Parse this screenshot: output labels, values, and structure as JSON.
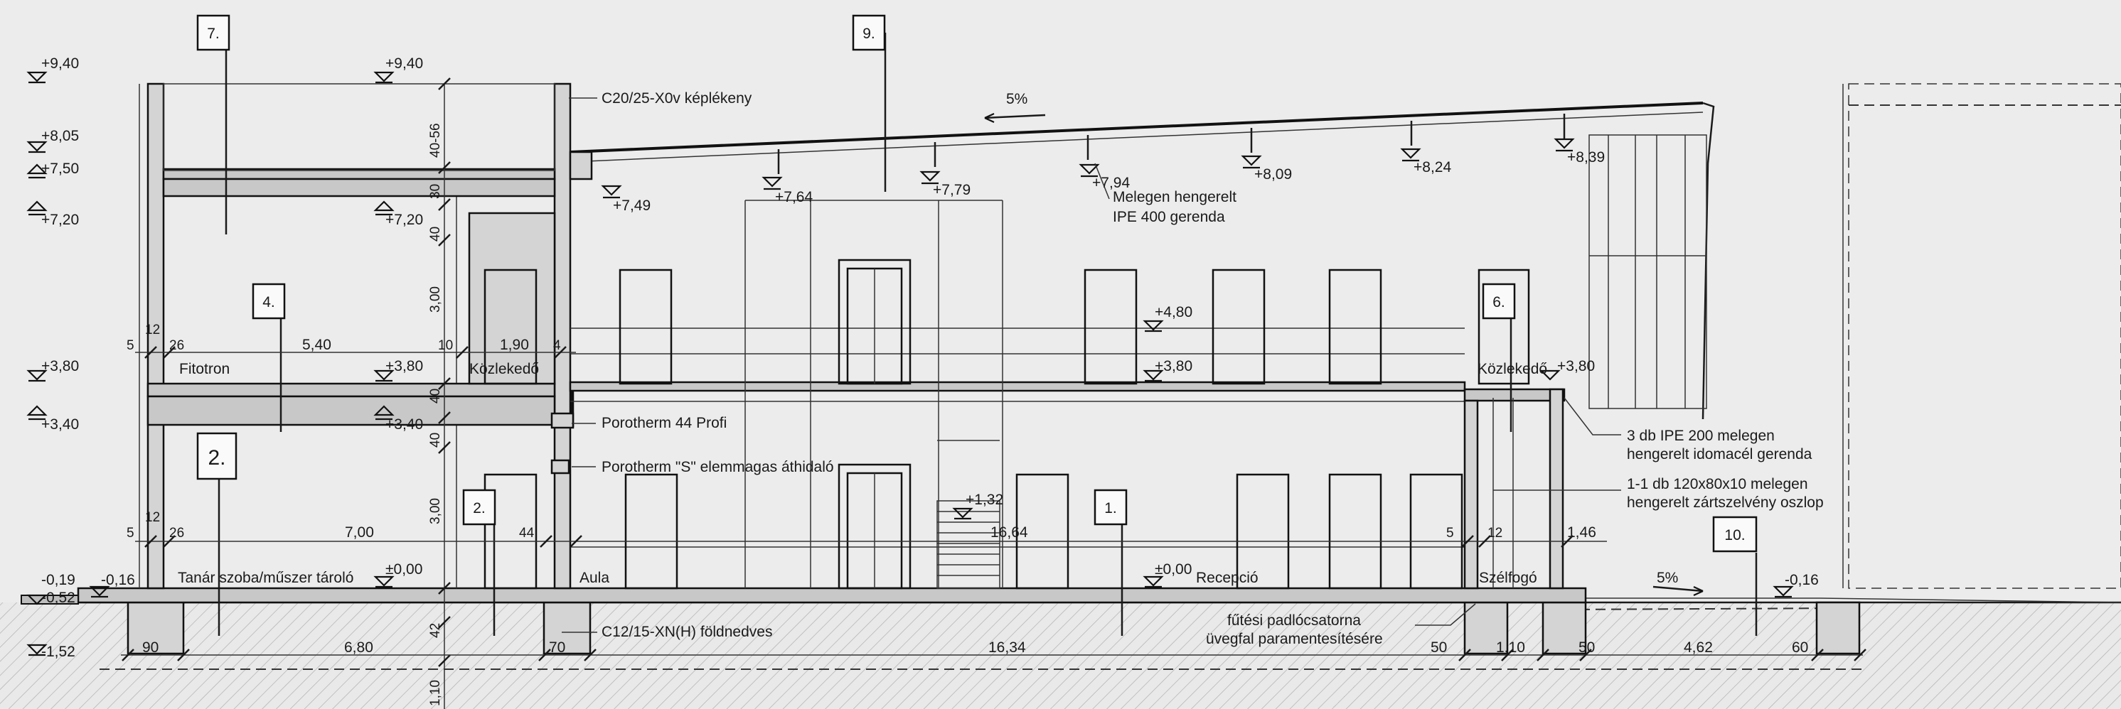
{
  "section_markers": {
    "m7": "7.",
    "m9": "9.",
    "m4": "4.",
    "m6": "6.",
    "m2_big": "2.",
    "m2": "2.",
    "m1": "1.",
    "m10": "10."
  },
  "slope_labels": {
    "roof": "5%",
    "ground": "5%"
  },
  "levels": {
    "l_940_left": "+9,40",
    "l_940_mid": "+9,40",
    "l_805": "+8,05",
    "l_750": "+7,50",
    "l_720_left": "+7,20",
    "l_720_mid": "+7,20",
    "l_749": "+7,49",
    "l_764": "+7,64",
    "l_779": "+7,79",
    "l_794": "+7,94",
    "l_809": "+8,09",
    "l_824": "+8,24",
    "l_839": "+8,39",
    "l_480": "+4,80",
    "l_380_left": "+3,80",
    "l_380_mid": "+3,80",
    "l_380_center": "+3,80",
    "l_380_right": "+3,80",
    "l_340_left": "+3,40",
    "l_340_mid": "+3,40",
    "l_132": "+1,32",
    "l_000_left": "±0,00",
    "l_000_center": "±0,00",
    "l_m019": "-0,19",
    "l_m016_left": "-0,16",
    "l_m052": "-0,52",
    "l_m152": "-1,52",
    "l_m016_right": "-0,16"
  },
  "annotations": {
    "c2025": "C20/25-X0v képlékeny",
    "beam1": "Melegen hengerelt",
    "beam2": "IPE 400 gerenda",
    "poro44": "Porotherm 44 Profi",
    "poro_s": "Porotherm \"S\" elemmagas áthidaló",
    "ipe200_1": "3 db IPE 200 melegen",
    "ipe200_2": "hengerelt idomacél gerenda",
    "col1": "1-1 db 120x80x10 melegen",
    "col2": "hengerelt zártszelvény oszlop",
    "c1215": "C12/15-XN(H) földnedves",
    "futesi1": "fűtési padlócsatorna",
    "futesi2": "üvegfal paramentesítésére"
  },
  "rooms": {
    "fitotron": "Fitotron",
    "kozlekedo_left": "Közlekedő",
    "kozlekedo_right": "Közlekedő",
    "tanar": "Tanár szoba/műszer tároló",
    "aula": "Aula",
    "recepcio": "Recepció",
    "szelfogo": "Szélfogó"
  },
  "dims": {
    "d_40_56": "40-56",
    "d_30": "30",
    "d_40_a": "40",
    "d_300_a": "3,00",
    "d_40_b": "40",
    "d_40_c": "40",
    "d_300_b": "3,00",
    "d_42": "42",
    "d_110": "1,10",
    "d_5_a": "5",
    "d_12_a": "12",
    "d_26_a": "26",
    "d_540": "5,40",
    "d_10": "10",
    "d_190": "1,90",
    "d_4": "4",
    "d_5_b": "5",
    "d_12_b": "12",
    "d_26_b": "26",
    "d_700": "7,00",
    "d_44": "44",
    "d_1664": "16,64",
    "d_5_c": "5",
    "d_12_c": "12",
    "d_146": "1,46",
    "d_90": "90",
    "d_680": "6,80",
    "d_70": "70",
    "d_1634": "16,34",
    "d_50_a": "50",
    "d_1105": "1,10",
    "d_50_b": "50",
    "d_462": "4,62",
    "d_60": "60",
    "sup5": "5"
  },
  "colors": {
    "paper": "#ececec",
    "ink": "#1a1a1a",
    "fill": "#d4d4d4"
  }
}
